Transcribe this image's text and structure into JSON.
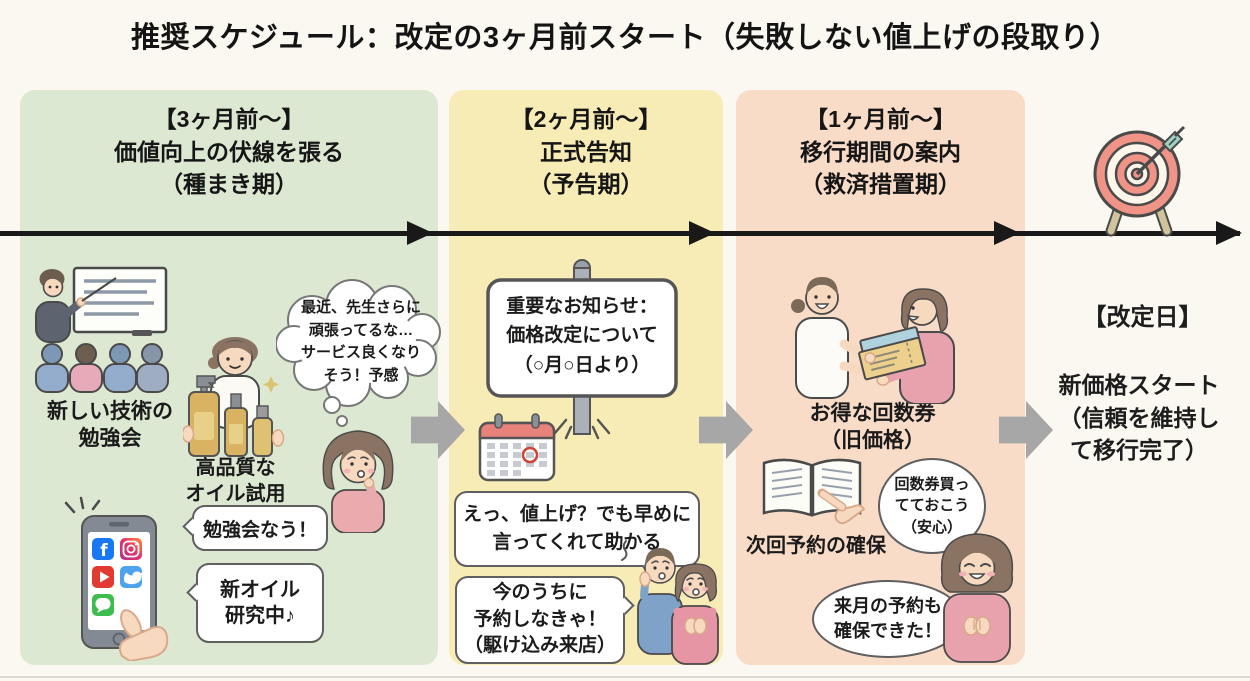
{
  "title": "推奨スケジュール：改定の3ヶ月前スタート（失敗しない値上げの段取り）",
  "colors": {
    "background": "#faf8f1",
    "panel_green": "#dce8d1",
    "panel_yellow": "#f8ecb6",
    "panel_pink": "#f8dcc8",
    "timeline_black": "#191919",
    "flow_arrow_gray": "#a7a7a7",
    "target_red": "#ef9486",
    "target_teal": "#9ed1c2",
    "facebook_blue": "#1877f2",
    "youtube_red": "#e23a30",
    "twitter_blue": "#4da4ec",
    "line_green": "#3ebd4e"
  },
  "phase1": {
    "header": "【3ヶ月前〜】\n価値向上の伏線を張る\n（種まき期）",
    "caption_seminar": "新しい技術の\n勉強会",
    "caption_oil": "高品質な\nオイル試用",
    "thought_bubble": "最近、先生さらに\n頑張ってるな…\nサービス良くなり\nそう！予感",
    "sns_bubble_1": "勉強会なう！",
    "sns_bubble_2": "新オイル\n研究中♪"
  },
  "phase2": {
    "header": "【2ヶ月前〜】\n正式告知\n（予告期）",
    "signboard": "重要なお知らせ：\n価格改定について\n（○月○日より）",
    "bubble_1": "えっ、値上げ？でも早めに\n言ってくれて助かる",
    "bubble_2": "今のうちに\n予約しなきゃ！\n（駆け込み来店）"
  },
  "phase3": {
    "header": "【1ヶ月前〜】\n移行期間の案内\n（救済措置期）",
    "caption_voucher": "お得な回数券\n（旧価格）",
    "bubble_reassure": "回数券買っ\nてておこう\n（安心）",
    "caption_booking": "次回予約の確保",
    "bubble_secured": "来月の予約も\n確保できた！"
  },
  "goal": {
    "date_label": "【改定日】",
    "result": "新価格スタート\n（信頼を維持し\nて移行完了）"
  },
  "icons": [
    "timeline-arrow",
    "flow-arrow",
    "seminar-illustration",
    "oil-bottles-illustration",
    "thought-cloud",
    "thinking-woman",
    "smartphone-sns",
    "facebook-icon",
    "instagram-icon",
    "youtube-icon",
    "twitter-icon",
    "line-icon",
    "signboard",
    "calendar-icon",
    "surprised-couple",
    "voucher-handover",
    "reservation-book",
    "happy-customer",
    "target-icon"
  ]
}
